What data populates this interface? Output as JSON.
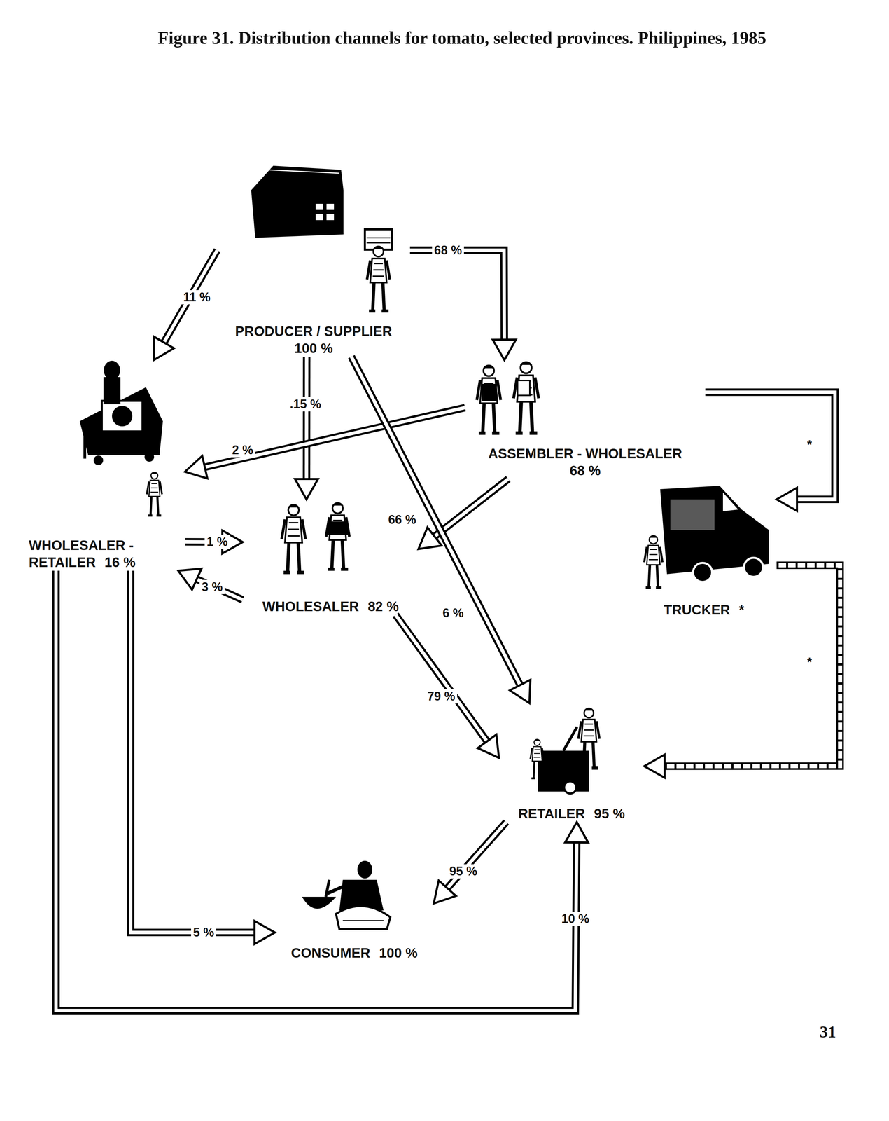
{
  "diagram": {
    "title": "Figure 31. Distribution channels for tomato, selected provinces. Philippines, 1985",
    "nodes": [
      {
        "text": [
          "PRODUCER / SUPPLIER",
          "100 %"
        ]
      },
      {
        "text": [
          "ASSEMBLER - WHOLESALER",
          "68 %"
        ]
      },
      {
        "text": [
          "WHOLESALER - RETAILER",
          "16 %"
        ]
      },
      {
        "text": [
          "WHOLESALER",
          "82 %"
        ]
      },
      {
        "text": [
          "TRUCKER",
          "*"
        ]
      },
      {
        "text": [
          "RETAILER",
          "95 %"
        ]
      },
      {
        "text": [
          "CONSUMER",
          "100 %"
        ]
      }
    ],
    "edges": [
      {
        "from": 0,
        "to": 2,
        "arrow": "to",
        "label": "11 %"
      },
      {
        "from": 0,
        "to": 1,
        "arrow": "to",
        "label": "68 %"
      },
      {
        "from": 0,
        "to": 3,
        "arrow": "to",
        "label": ".15 %"
      },
      {
        "from": 1,
        "to": 2,
        "arrow": "to",
        "label": "2 %"
      },
      {
        "from": 1,
        "to": 3,
        "arrow": "to",
        "label": "66 %"
      },
      {
        "from": 0,
        "to": 5,
        "arrow": "to",
        "label": "6 %"
      },
      {
        "from": 1,
        "to": 4,
        "arrow": "to",
        "label": "*"
      },
      {
        "from": 4,
        "to": 5,
        "arrow": "to",
        "label": "*"
      },
      {
        "from": 2,
        "to": 3,
        "arrow": "to",
        "label": "1 %"
      },
      {
        "from": 3,
        "to": 2,
        "arrow": "to",
        "label": "3 %"
      },
      {
        "from": 3,
        "to": 5,
        "arrow": "to",
        "label": "79 %"
      },
      {
        "from": 5,
        "to": 6,
        "arrow": "to",
        "label": "95 %"
      },
      {
        "from": 2,
        "to": 6,
        "arrow": "to",
        "label": "5 %"
      },
      {
        "from": 2,
        "to": 5,
        "arrow": "to",
        "label": "10 %"
      }
    ],
    "labels": [
      "31"
    ]
  }
}
